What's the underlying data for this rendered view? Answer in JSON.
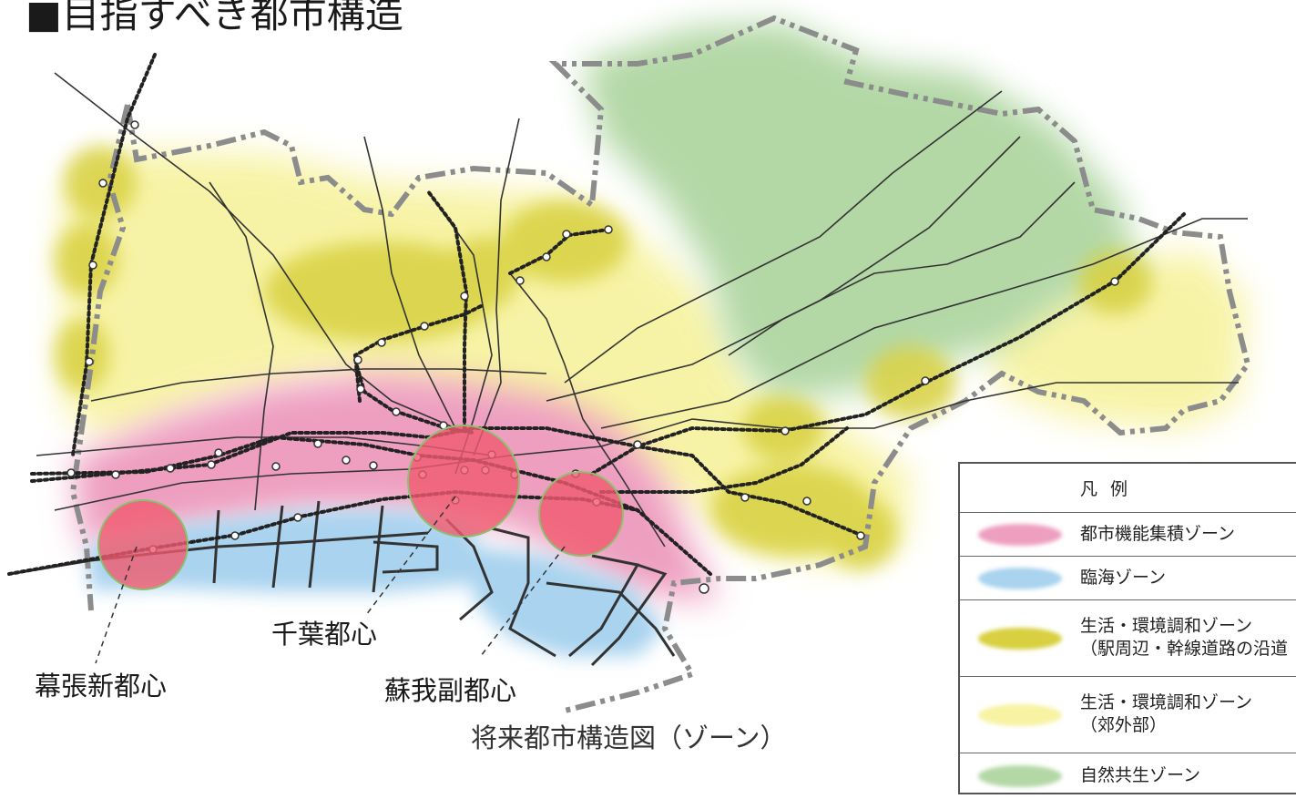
{
  "title": "■目指すべき都市構造",
  "caption": "将来都市構造図（ゾーン）",
  "places": {
    "chiba": "千葉都心",
    "makuhari": "幕張新都心",
    "soga": "蘇我副都心"
  },
  "legend": {
    "header": "凡例",
    "items": [
      {
        "label": "都市機能集積ゾーン",
        "sub": "",
        "color": "#ee9fc0"
      },
      {
        "label": "臨海ゾーン",
        "sub": "",
        "color": "#a9d3ef"
      },
      {
        "label": "生活・環境調和ゾーン",
        "sub": "（駅周辺・幹線道路の沿道",
        "color": "#d8d040"
      },
      {
        "label": "生活・環境調和ゾーン",
        "sub": "（郊外部）",
        "color": "#f7f3a2"
      },
      {
        "label": "自然共生ゾーン",
        "sub": "",
        "color": "#b3d8a6"
      }
    ]
  },
  "colors": {
    "urban": "#ee9fc0",
    "coastal": "#a9d3ef",
    "station": "#d8d040",
    "suburb": "#f7f3a2",
    "nature": "#b3d8a6",
    "center": "#f05a6e",
    "boundary": "#8c8c8c",
    "line": "#333333"
  }
}
